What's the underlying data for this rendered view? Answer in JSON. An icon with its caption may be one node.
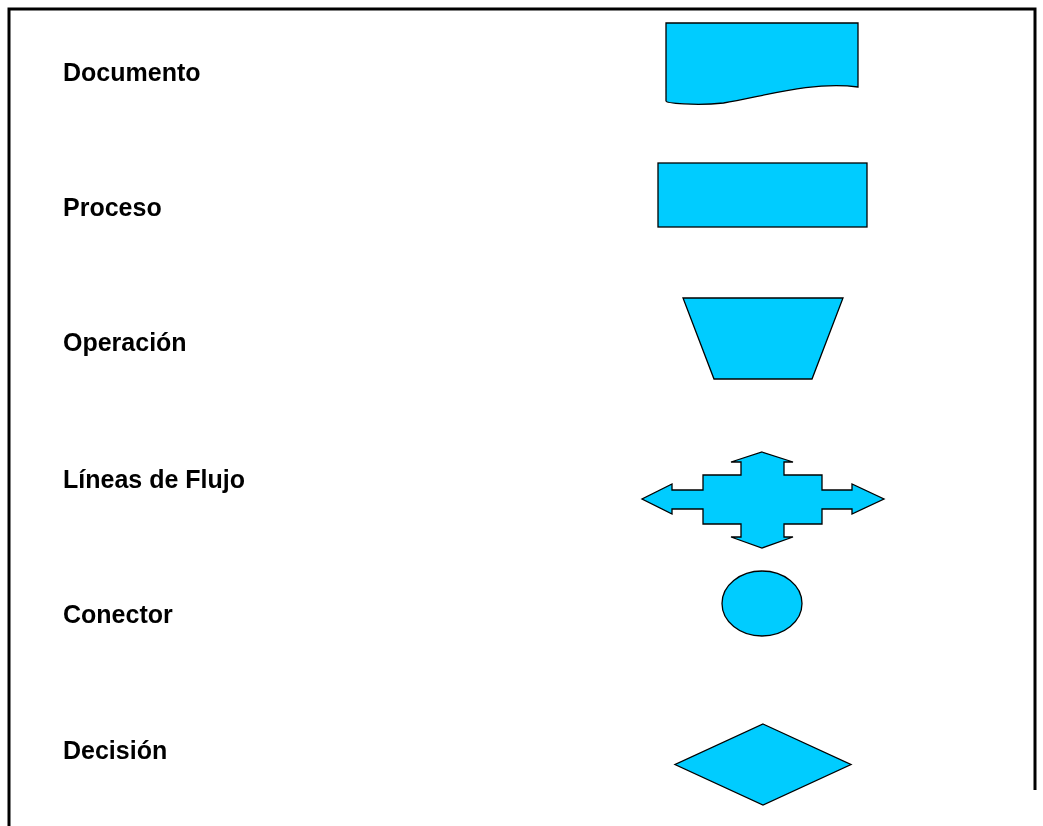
{
  "diagram": {
    "nodes": [
      {
        "text": [],
        "shape": "document"
      },
      {
        "text": [],
        "shape": "box"
      },
      {
        "text": [],
        "shape": "trapezoid"
      },
      {
        "text": [],
        "shape": "arrow"
      },
      {
        "text": [],
        "shape": "circle"
      },
      {
        "text": [],
        "shape": "diamond"
      }
    ],
    "edges": [],
    "labels": [
      "Documento",
      "Proceso",
      "Operación",
      "Líneas de Flujo",
      "Conector",
      "Decisión"
    ]
  }
}
